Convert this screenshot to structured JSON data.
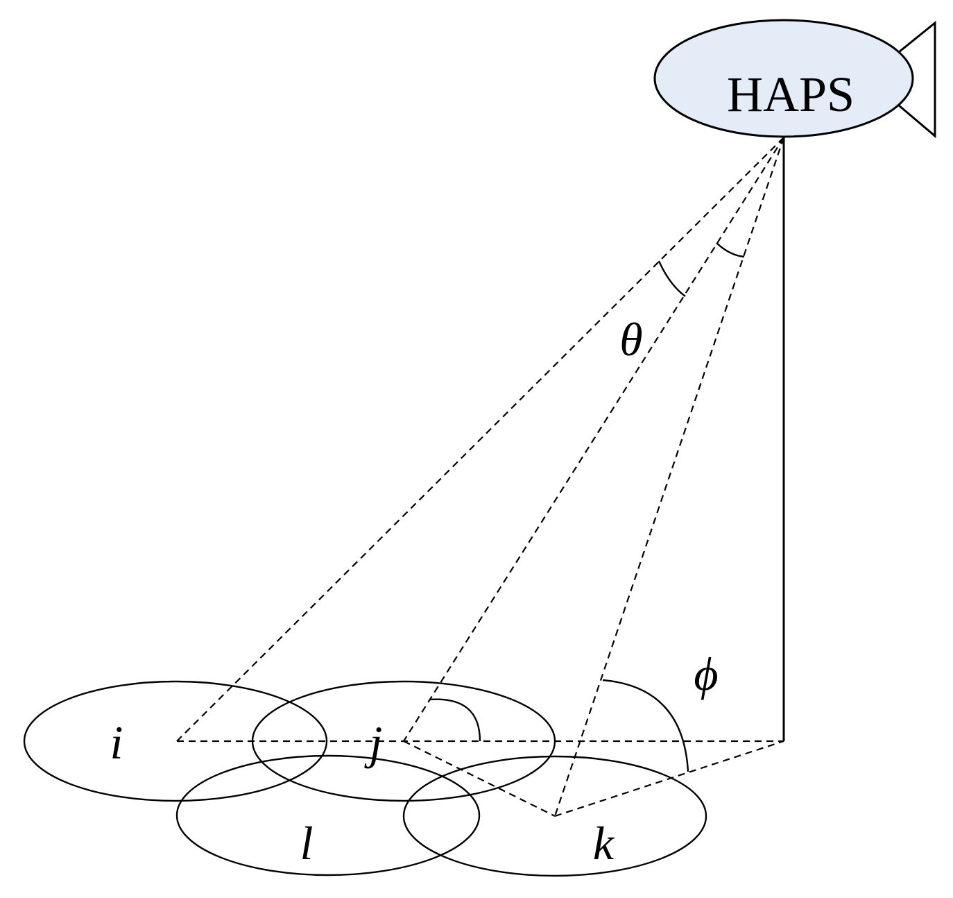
{
  "haps": {
    "label": "HAPS",
    "fill_color": "#e4ecf7"
  },
  "cells": {
    "i": "i",
    "j": "j",
    "k": "k",
    "l": "l"
  },
  "angles": {
    "theta": "θ",
    "phi": "ϕ"
  }
}
